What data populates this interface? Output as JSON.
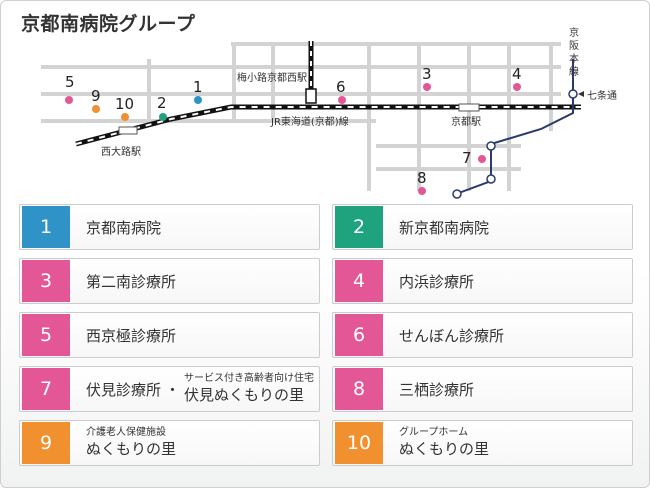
{
  "title": "京都南病院グループ",
  "colors": {
    "blue": "#2f93c8",
    "green": "#1fa27e",
    "pink": "#e35797",
    "orange": "#f1902e"
  },
  "map": {
    "stations": {
      "nishioji": "西大路駅",
      "umekoji": "梅小路京都西駅",
      "kyoto": "京都駅",
      "keihan_line": [
        "京",
        "阪",
        "本",
        "線"
      ],
      "shichijo": "七条通"
    },
    "jr_line": "JR東海道(京都)線",
    "markers": [
      {
        "num": "5",
        "color": "pink"
      },
      {
        "num": "9",
        "color": "orange"
      },
      {
        "num": "10",
        "color": "orange"
      },
      {
        "num": "2",
        "color": "green"
      },
      {
        "num": "1",
        "color": "blue"
      },
      {
        "num": "6",
        "color": "pink"
      },
      {
        "num": "3",
        "color": "pink"
      },
      {
        "num": "4",
        "color": "pink"
      },
      {
        "num": "7",
        "color": "pink"
      },
      {
        "num": "8",
        "color": "pink"
      }
    ]
  },
  "facilities": [
    {
      "num": "1",
      "color": "blue",
      "name": "京都南病院"
    },
    {
      "num": "2",
      "color": "green",
      "name": "新京都南病院"
    },
    {
      "num": "3",
      "color": "pink",
      "name": "第二南診療所"
    },
    {
      "num": "4",
      "color": "pink",
      "name": "内浜診療所"
    },
    {
      "num": "5",
      "color": "pink",
      "name": "西京極診療所"
    },
    {
      "num": "6",
      "color": "pink",
      "name": "せんぼん診療所"
    },
    {
      "num": "7",
      "color": "pink",
      "name": "伏見診療所",
      "separator": "・",
      "sub": "サービス付き高齢者向け住宅",
      "name2": "伏見ぬくもりの里"
    },
    {
      "num": "8",
      "color": "pink",
      "name": "三栖診療所"
    },
    {
      "num": "9",
      "color": "orange",
      "sub": "介護老人保健施設",
      "name": "ぬくもりの里"
    },
    {
      "num": "10",
      "color": "orange",
      "sub": "グループホーム",
      "name": "ぬくもりの里"
    }
  ]
}
